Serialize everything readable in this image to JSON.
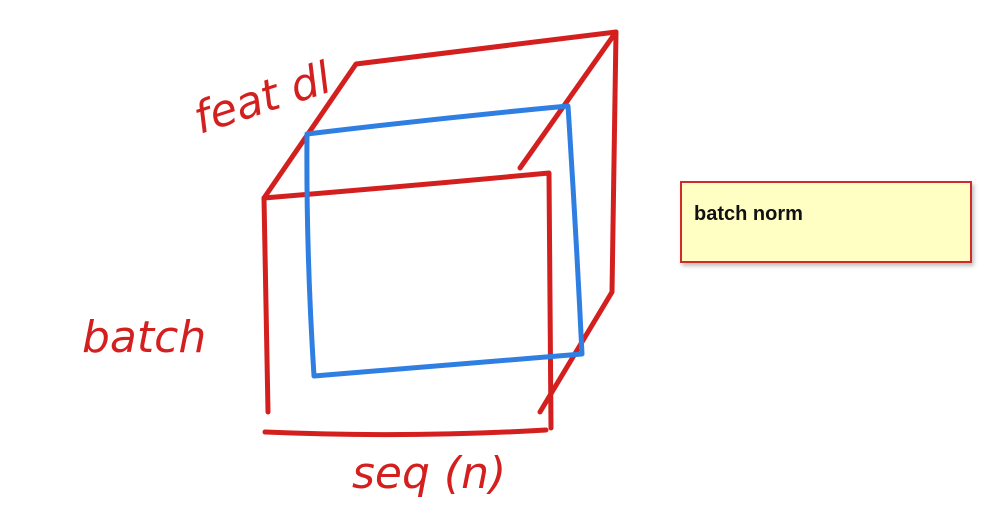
{
  "diagram": {
    "labels": {
      "feat_dim": "feat dl",
      "batch": "batch",
      "seq": "seq (n)"
    },
    "colors": {
      "tensor_ink": "#d41f1f",
      "slice_ink": "#2f7fe3"
    }
  },
  "note": {
    "text": "batch norm",
    "background": "#ffffc4",
    "border": "#d22a2a"
  }
}
